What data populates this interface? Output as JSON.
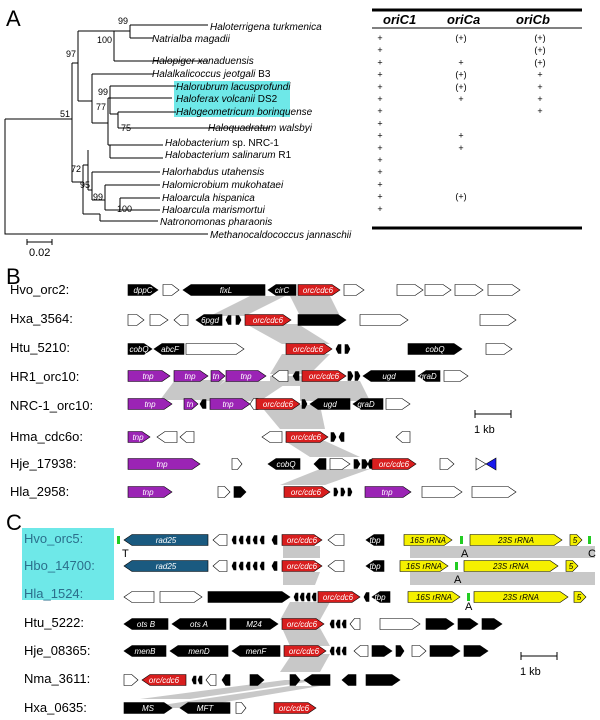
{
  "panels": {
    "a": "A",
    "b": "B",
    "c": "C"
  },
  "tree": {
    "species": [
      "Haloterrigena turkmenica",
      "Natrialba magadii",
      "Halopiger xanaduensis",
      "Halalkalicoccus jeotgali",
      "Halorubrum lacusprofundi",
      "Haloferax volcanii",
      "Halogeometricum borinquense",
      "Haloquadratum walsbyi",
      "Halobacterium",
      "Halobacterium salinarum",
      "Halorhabdus utahensis",
      "Halomicrobium mukohataei",
      "Haloarcula hispanica",
      "Haloarcula marismortui",
      "Natronomonas pharaonis",
      "Methanocaldococcus jannaschii"
    ],
    "suffixes": {
      "s3": " B3",
      "s5": " DS2",
      "s8": " sp. NRC-1",
      "s9": " R1"
    },
    "bootstraps": [
      "99",
      "100",
      "97",
      "77",
      "99",
      "75",
      "51",
      "72",
      "95",
      "99",
      "100"
    ],
    "scale": "0.02",
    "highlight": "#6ee8e8"
  },
  "table": {
    "headers": [
      "oriC1",
      "oriCa",
      "oriCb"
    ],
    "rows": [
      [
        "+",
        "(+)",
        "(+)"
      ],
      [
        "+",
        "",
        "(+)"
      ],
      [
        "+",
        "+",
        "(+)"
      ],
      [
        "+",
        "(+)",
        "+"
      ],
      [
        "+",
        "(+)",
        "+"
      ],
      [
        "+",
        "+",
        "+"
      ],
      [
        "+",
        "",
        "+"
      ],
      [
        "+",
        "",
        ""
      ],
      [
        "+",
        "+",
        ""
      ],
      [
        "+",
        "+",
        ""
      ],
      [
        "+",
        "",
        ""
      ],
      [
        "+",
        "",
        ""
      ],
      [
        "+",
        "",
        ""
      ],
      [
        "+",
        "(+)",
        ""
      ],
      [
        "+",
        "",
        ""
      ]
    ]
  },
  "panel_b": {
    "rows": [
      "Hvo_orc2:",
      "Hxa_3564:",
      "Htu_5210:",
      "HR1_orc10:",
      "NRC-1_orc10:",
      "Hma_cdc6o:",
      "Hje_17938:",
      "Hla_2958:"
    ],
    "genes": [
      "dppC",
      "fixL",
      "cirC",
      "orc/cdc6",
      "6pgd",
      "orc/cdc6",
      "cobQ",
      "abcF",
      "orc/cdc6",
      "cobQ",
      "tnp",
      "tnp",
      "tn",
      "tnp",
      "orc/cdc6",
      "ugd",
      "graD",
      "tnp",
      "tn",
      "tnp",
      "orc/cdc6",
      "ugd",
      "graD",
      "tnp",
      "orc/cdc6",
      "tnp",
      "cobQ",
      "orc/cdc6",
      "tnp",
      "orc/cdc6",
      "tnp"
    ],
    "scale": "1 kb"
  },
  "panel_c": {
    "rows": [
      "Hvo_orc5:",
      "Hbo_14700:",
      "Hla_1524:",
      "Htu_5222:",
      "Hje_08365:",
      "Nma_3611:",
      "Hxa_0635:"
    ],
    "genes": [
      "rad25",
      "orc/cdc6",
      "tbp",
      "rad25",
      "orc/cdc6",
      "tbp",
      "orc/cdc6",
      "tbp",
      "ots B",
      "ots A",
      "M24",
      "orc/cdc6",
      "menB",
      "menD",
      "menF",
      "orc/cdc6",
      "orc/cdc6",
      "MS",
      "MFT",
      "orc/cdc6"
    ],
    "rrna": [
      "16S rRNA",
      "23S rRNA",
      "5"
    ],
    "snp": [
      "T",
      "A",
      "C",
      "A",
      "A"
    ],
    "highlight": "#6ee8e8",
    "scale": "1 kb"
  },
  "colors": {
    "orc": "#d81e1e",
    "tnp": "#9b24b5",
    "rad25": "#1a5a80",
    "rrna": "#f5f000",
    "green": "#22cc22",
    "blue": "#1a1aee",
    "black": "#000000",
    "shade": "#c8c8c8"
  }
}
